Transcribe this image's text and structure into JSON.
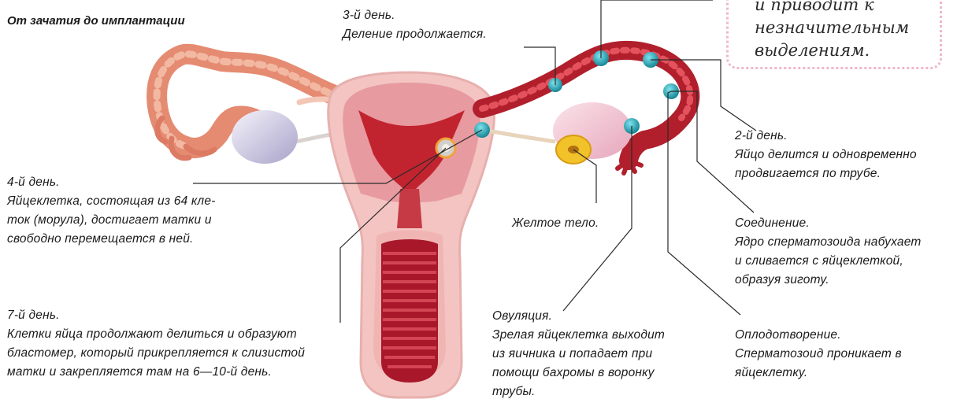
{
  "title": "От зачатия до имплантации",
  "callout": {
    "lines": [
      "и приводит к",
      "незначительным",
      "выделениям."
    ]
  },
  "labels": {
    "day3": {
      "heading": "3-й день.",
      "lines": [
        "Деление продолжается."
      ]
    },
    "day2": {
      "heading": "2-й день.",
      "lines": [
        "Яйцо делится и одновременно",
        "продвигается по трубе."
      ]
    },
    "day4": {
      "heading": "4-й день.",
      "lines": [
        "Яйцеклетка, состоящая из 64 кле-",
        "ток (морула), достигает матки и",
        "свободно перемещается в ней."
      ]
    },
    "corpus": {
      "heading": "Желтое тело.",
      "lines": []
    },
    "fusion": {
      "heading": "Соединение.",
      "lines": [
        "Ядро сперматозоида набухает",
        "и сливается с яйцеклеткой,",
        "образуя зиготу."
      ]
    },
    "day7": {
      "heading": "7-й день.",
      "lines": [
        "Клетки яйца продолжают делиться и образуют",
        "бластомер, который прикрепляется к слизистой",
        "матки и закрепляется там на 6—10-й день."
      ]
    },
    "ovulation": {
      "heading": "Овуляция.",
      "lines": [
        "Зрелая яйцеклетка выходит",
        "из яичника и попадает при",
        "помощи бахромы в воронку",
        "трубы."
      ]
    },
    "fertilization": {
      "heading": "Оплодотворение.",
      "lines": [
        "Сперматозоид проникает в",
        "яйцеклетку."
      ]
    }
  },
  "colors": {
    "tissue_light": "#f3c4c2",
    "tissue_pink": "#e8a4a4",
    "muscle_red": "#c0232f",
    "tube_dark": "#a81d2a",
    "cell_cyan": "#1aa6b5",
    "ovary": "#d9d5ec",
    "corpus_yellow": "#f2c22a",
    "callout_border": "#f0b7cc"
  }
}
